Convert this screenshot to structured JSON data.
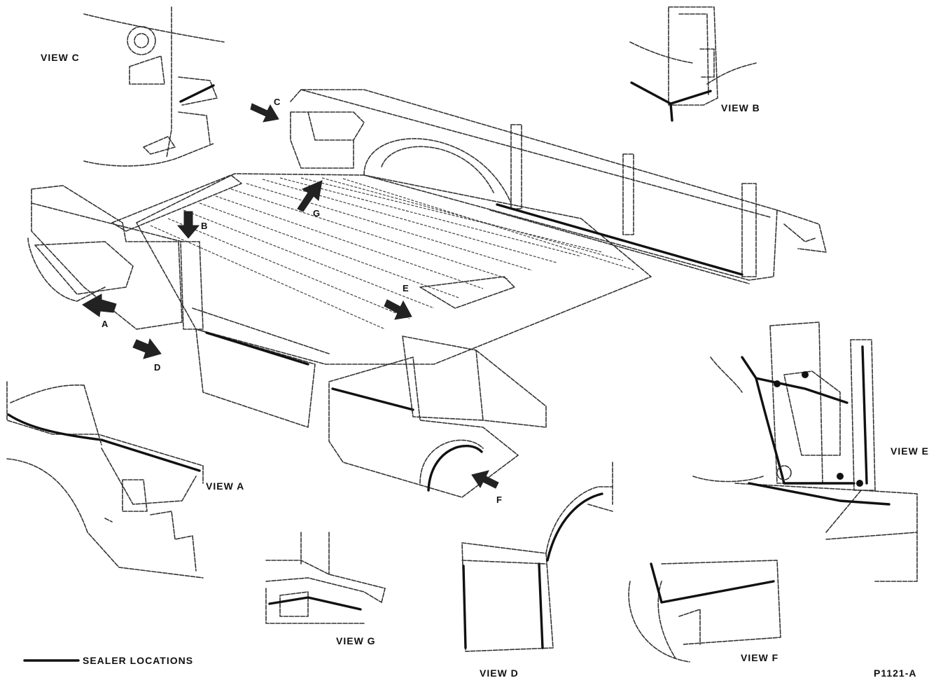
{
  "views": {
    "a": "VIEW A",
    "b": "VIEW B",
    "c": "VIEW C",
    "d": "VIEW D",
    "e": "VIEW E",
    "f": "VIEW F",
    "g": "VIEW G"
  },
  "callouts": {
    "a": "A",
    "b": "B",
    "c": "C",
    "d": "D",
    "e": "E",
    "f": "F",
    "g": "G"
  },
  "legend": {
    "label": "SEALER LOCATIONS"
  },
  "figure_id": "P1121-A"
}
